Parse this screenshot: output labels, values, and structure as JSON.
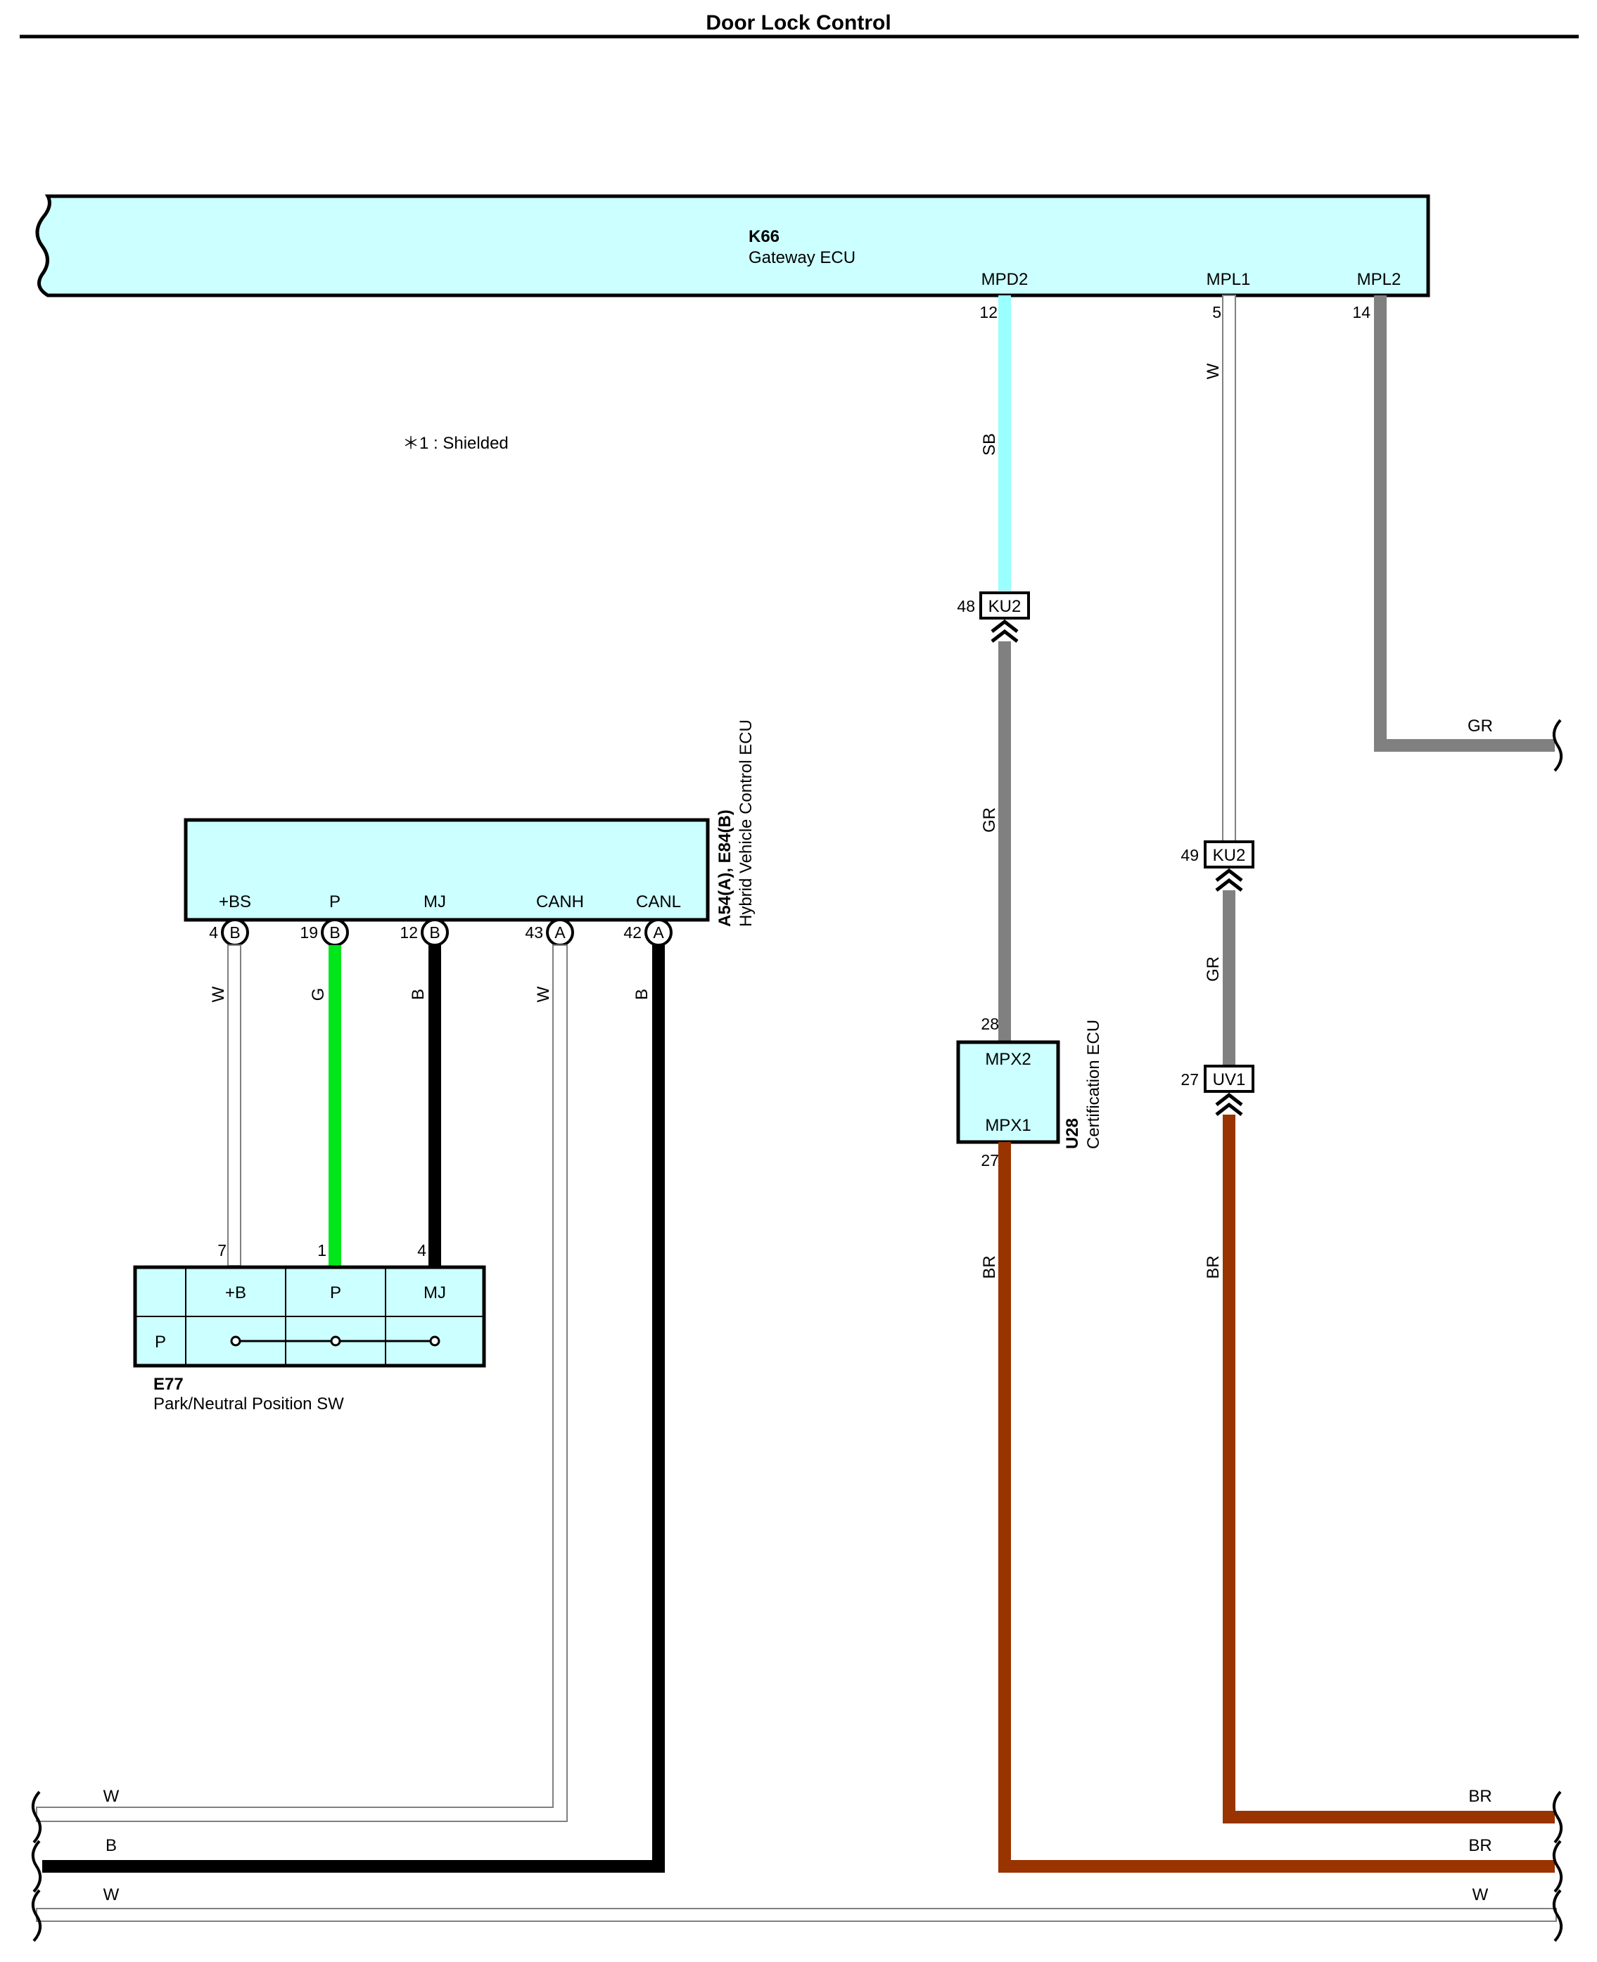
{
  "title": "Door Lock Control",
  "colors": {
    "component_fill": "#ccffff",
    "wire_SB": "#99ffff",
    "wire_GR": "#808080",
    "wire_G": "#00e61a",
    "wire_B": "#000000",
    "wire_W": "#ffffff",
    "wire_BR": "#993300"
  },
  "note": "＊1 : Shielded",
  "components": {
    "gateway": {
      "code": "K66",
      "name": "Gateway ECU",
      "pins": [
        {
          "name": "MPD2",
          "num": "12"
        },
        {
          "name": "MPL1",
          "num": "5"
        },
        {
          "name": "MPL2",
          "num": "14"
        }
      ]
    },
    "hybrid": {
      "code": "A54(A), E84(B)",
      "name": "Hybrid Vehicle Control ECU",
      "pins": [
        {
          "name": "+BS",
          "num": "4",
          "conn": "B"
        },
        {
          "name": "P",
          "num": "19",
          "conn": "B"
        },
        {
          "name": "MJ",
          "num": "12",
          "conn": "B"
        },
        {
          "name": "CANH",
          "num": "43",
          "conn": "A"
        },
        {
          "name": "CANL",
          "num": "42",
          "conn": "A"
        }
      ]
    },
    "certification": {
      "code": "U28",
      "name": "Certification ECU",
      "pin_top": {
        "name": "MPX2",
        "num": "28"
      },
      "pin_bottom": {
        "name": "MPX1",
        "num": "27"
      }
    },
    "park_switch": {
      "code": "E77",
      "name": "Park/Neutral Position SW",
      "headers": [
        "+B",
        "P",
        "MJ"
      ],
      "row_label": "P",
      "pin_nums": [
        "7",
        "1",
        "4"
      ]
    }
  },
  "junctions": [
    {
      "id": "KU2",
      "num": "48"
    },
    {
      "id": "KU2",
      "num": "49"
    },
    {
      "id": "UV1",
      "num": "27"
    }
  ],
  "wire_labels": {
    "mpd2": "SB",
    "mpl1": "W",
    "ku2_cert": "GR",
    "ku2_uv1": "GR",
    "cert_out": "BR",
    "uv1_out": "BR",
    "hv_bs": "W",
    "hv_p": "G",
    "hv_mj": "B",
    "hv_canh": "W",
    "hv_canl": "B",
    "mpl2_out": "GR",
    "bottom_left_1": "W",
    "bottom_left_2": "B",
    "bottom_left_3": "W",
    "bottom_right_1": "BR",
    "bottom_right_2": "BR",
    "bottom_right_3": "W"
  }
}
